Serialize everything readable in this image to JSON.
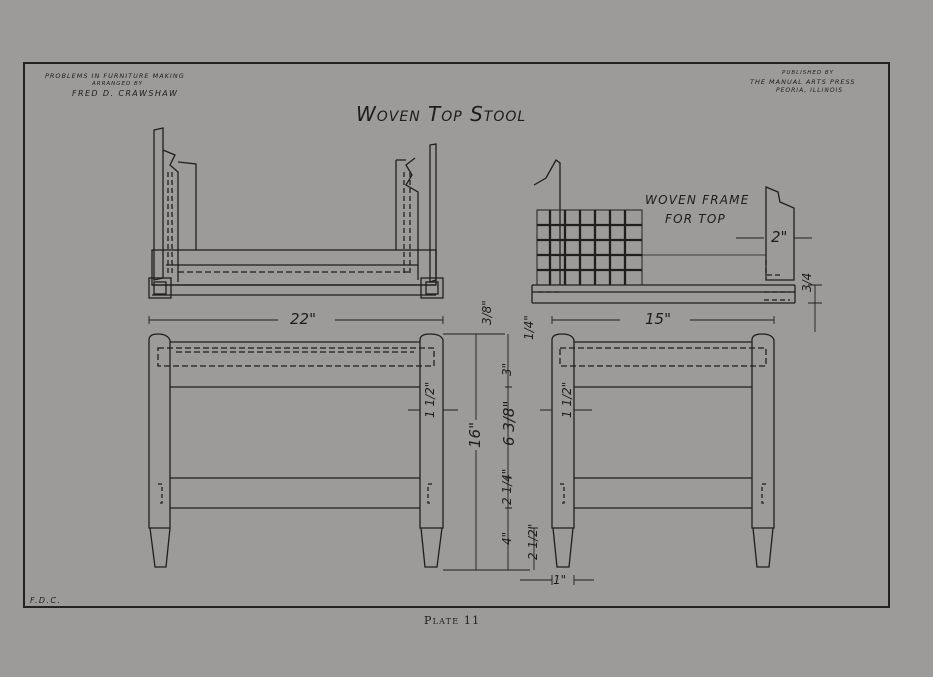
{
  "header": {
    "series_line": "PROBLEMS IN FURNITURE MAKING",
    "arranged_by": "ARRANGED BY",
    "author": "FRED D. CRAWSHAW",
    "published_by": "PUBLISHED BY",
    "publisher": "THE MANUAL ARTS PRESS",
    "location": "PEORIA, ILLINOIS"
  },
  "title": "Woven Top Stool",
  "notes": {
    "woven_frame_line1": "WOVEN FRAME",
    "woven_frame_line2": "FOR TOP"
  },
  "dimensions": {
    "top_width": "22\"",
    "top_depth": "15\"",
    "frame_inset": "2\"",
    "rail_thickness": "3/4",
    "top_offset_a": "3/8\"",
    "top_offset_b": "1/4\"",
    "height_total": "16\"",
    "upper_rail": "3\"",
    "middle_span": "6 3/8\"",
    "lower_rail": "2 1/4\"",
    "bottom_span": "4\"",
    "taper": "2 1/2\"",
    "leg_width": "1\"",
    "leg_offset_left": "1 1/2\"",
    "leg_offset_right": "1 1/2\""
  },
  "signature": "F.D.C.",
  "caption": "Plate 11"
}
